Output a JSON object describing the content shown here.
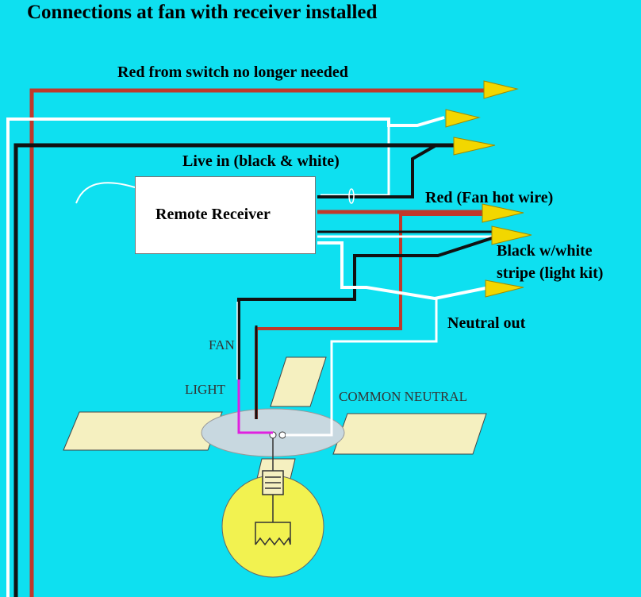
{
  "title": "Connections at fan with receiver installed",
  "receiver": {
    "label": "Remote Receiver"
  },
  "labels": {
    "red_from_switch": "Red from switch no longer needed",
    "live_in": "Live in (black & white)",
    "red_fan_hot": "Red (Fan hot wire)",
    "black_white_line1": "Black w/white",
    "black_white_line2": "stripe (light kit)",
    "neutral_out": "Neutral out",
    "fan": "FAN",
    "light": "LIGHT",
    "common_neutral": "COMMON NEUTRAL"
  },
  "colors": {
    "background": "#0ee0f0",
    "wire_red": "#c0392b",
    "wire_black": "#111111",
    "wire_white": "#ffffff",
    "wire_magenta": "#e020e0",
    "connector": "#f2d700",
    "blade": "#f5f0c0",
    "bulb": "#f2f250",
    "canopy": "#c8d8e0"
  }
}
